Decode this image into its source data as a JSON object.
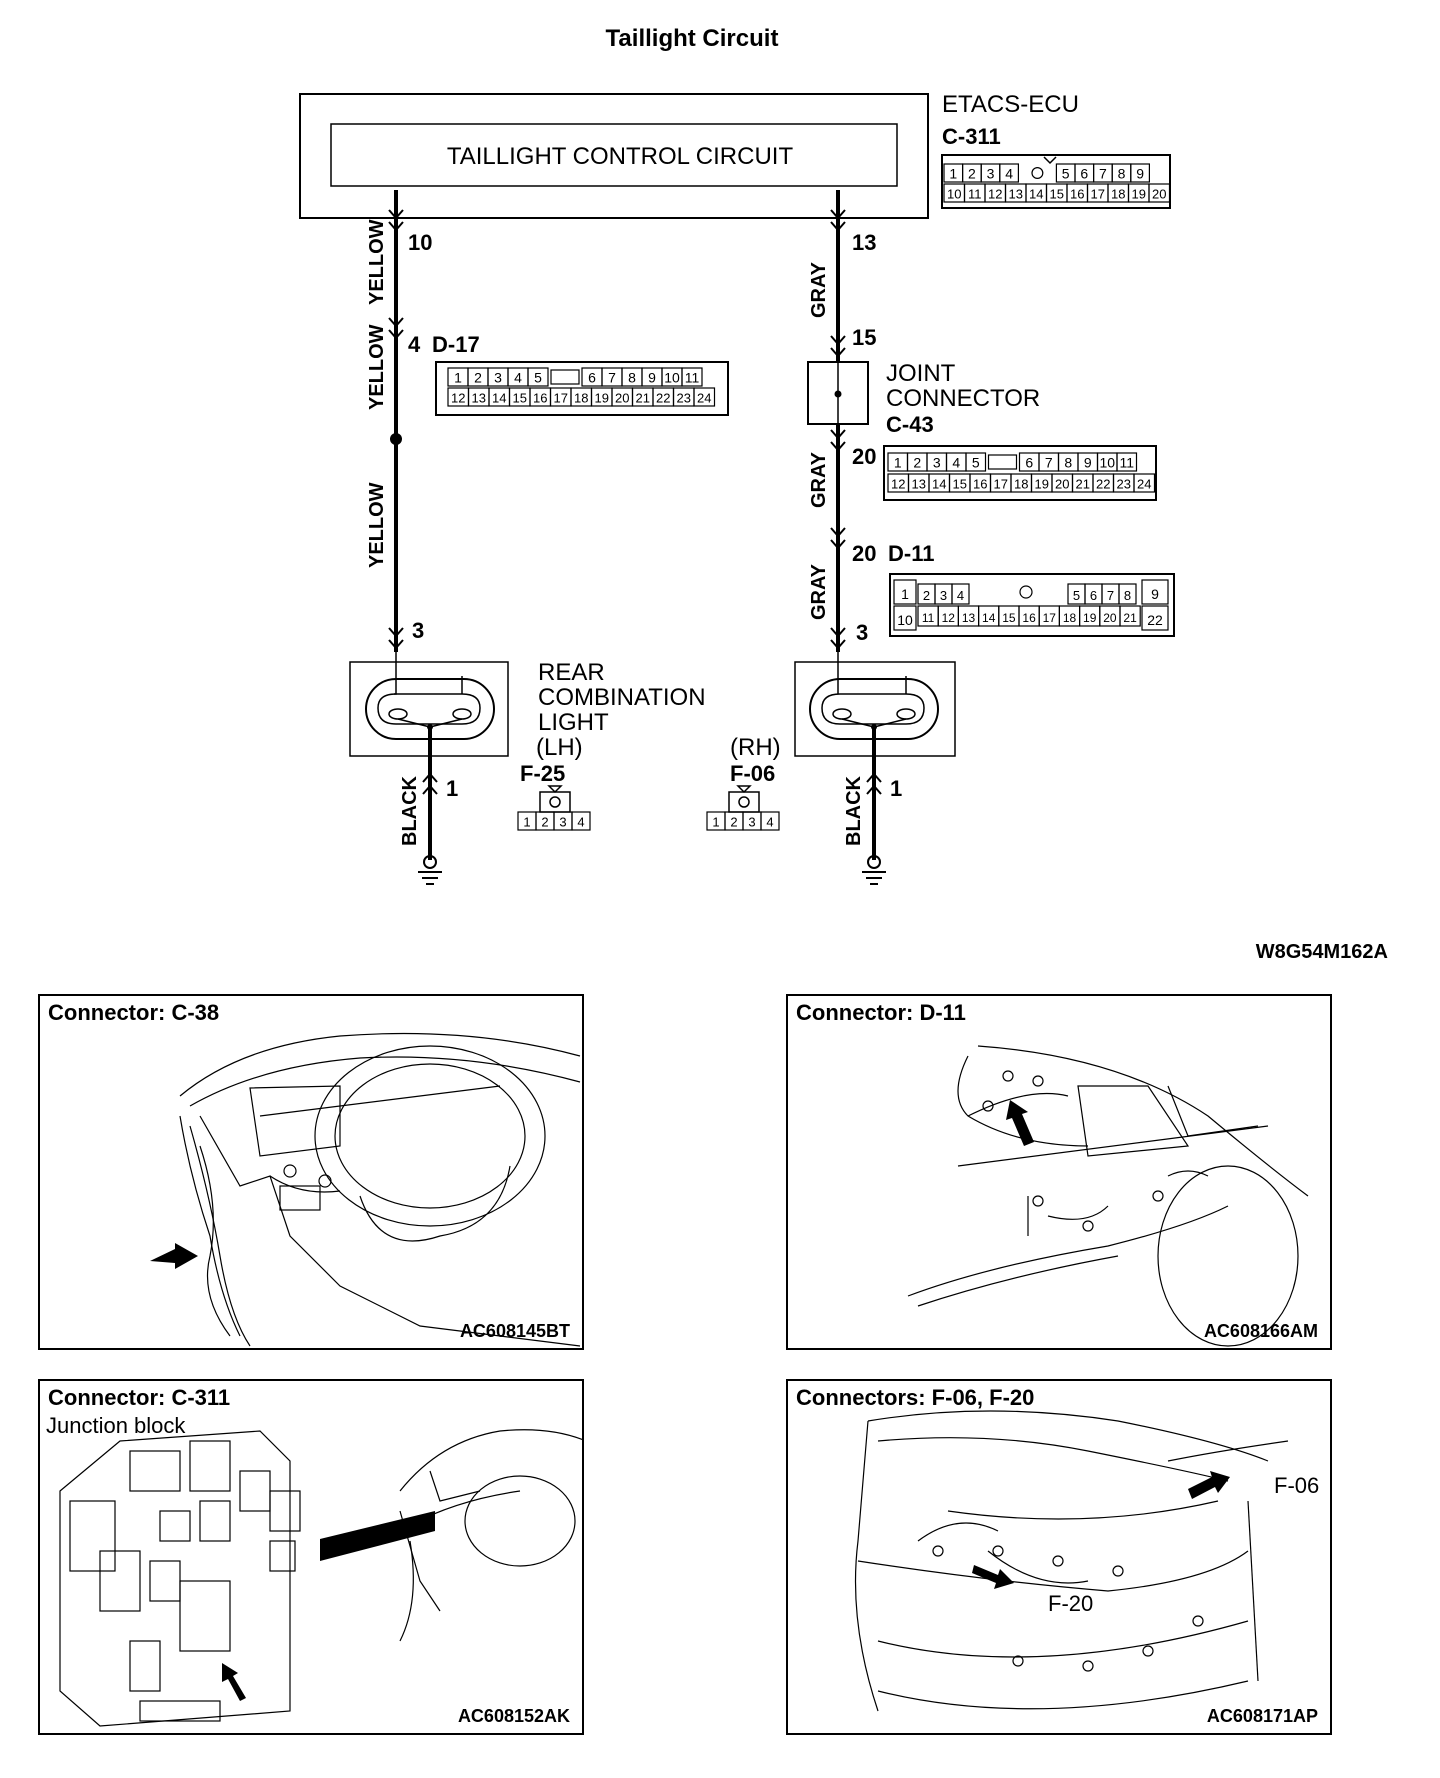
{
  "title": "Taillight Circuit",
  "figure_code": "W8G54M162A",
  "ecu": {
    "name": "ETACS-ECU",
    "connector": "C-311",
    "block_label": "TAILLIGHT CONTROL CIRCUIT",
    "pins_top": [
      "1",
      "2",
      "3",
      "4",
      "5",
      "6",
      "7",
      "8",
      "9"
    ],
    "pins_bottom": [
      "10",
      "11",
      "12",
      "13",
      "14",
      "15",
      "16",
      "17",
      "18",
      "19",
      "20"
    ]
  },
  "left_branch": {
    "wire_colors": [
      "YELLOW",
      "YELLOW",
      "YELLOW"
    ],
    "pin_ecu": "10",
    "pin_d17": "4",
    "d17_label": "D-17",
    "pin_light": "3",
    "ground_color": "BLACK",
    "ground_pin": "1"
  },
  "right_branch": {
    "wire_colors": [
      "GRAY",
      "GRAY",
      "GRAY"
    ],
    "pin_ecu": "13",
    "pin_joint_in": "15",
    "pin_joint_out": "20",
    "pin_d11": "20",
    "d11_label": "D-11",
    "pin_light": "3",
    "ground_color": "BLACK",
    "ground_pin": "1"
  },
  "joint": {
    "line1": "JOINT",
    "line2": "CONNECTOR",
    "label": "C-43"
  },
  "connector_d17": {
    "top": [
      "1",
      "2",
      "3",
      "4",
      "5",
      "6",
      "7",
      "8",
      "9",
      "10",
      "11"
    ],
    "bottom": [
      "12",
      "13",
      "14",
      "15",
      "16",
      "17",
      "18",
      "19",
      "20",
      "21",
      "22",
      "23",
      "24"
    ]
  },
  "connector_c43": {
    "top": [
      "1",
      "2",
      "3",
      "4",
      "5",
      "6",
      "7",
      "8",
      "9",
      "10",
      "11"
    ],
    "bottom": [
      "12",
      "13",
      "14",
      "15",
      "16",
      "17",
      "18",
      "19",
      "20",
      "21",
      "22",
      "23",
      "24"
    ]
  },
  "connector_d11": {
    "top": [
      "1",
      "2",
      "3",
      "4",
      "5",
      "6",
      "7",
      "8",
      "9"
    ],
    "bottom": [
      "10",
      "11",
      "12",
      "13",
      "14",
      "15",
      "16",
      "17",
      "18",
      "19",
      "20",
      "21",
      "22"
    ]
  },
  "rear_light": {
    "line1": "REAR",
    "line2": "COMBINATION",
    "line3": "LIGHT",
    "lh": "(LH)",
    "rh": "(RH)",
    "lh_connector": "F-25",
    "rh_connector": "F-06",
    "pins": [
      "1",
      "2",
      "3",
      "4"
    ]
  },
  "panels": [
    {
      "title": "Connector: C-38",
      "subtitle": "",
      "code": "AC608145BT"
    },
    {
      "title": "Connector: D-11",
      "subtitle": "",
      "code": "AC608166AM"
    },
    {
      "title": "Connector: C-311",
      "subtitle": "Junction block",
      "code": "AC608152AK"
    },
    {
      "title": "Connectors: F-06, F-20",
      "subtitle": "",
      "code": "AC608171AP",
      "callouts": [
        "F-06",
        "F-20"
      ]
    }
  ]
}
